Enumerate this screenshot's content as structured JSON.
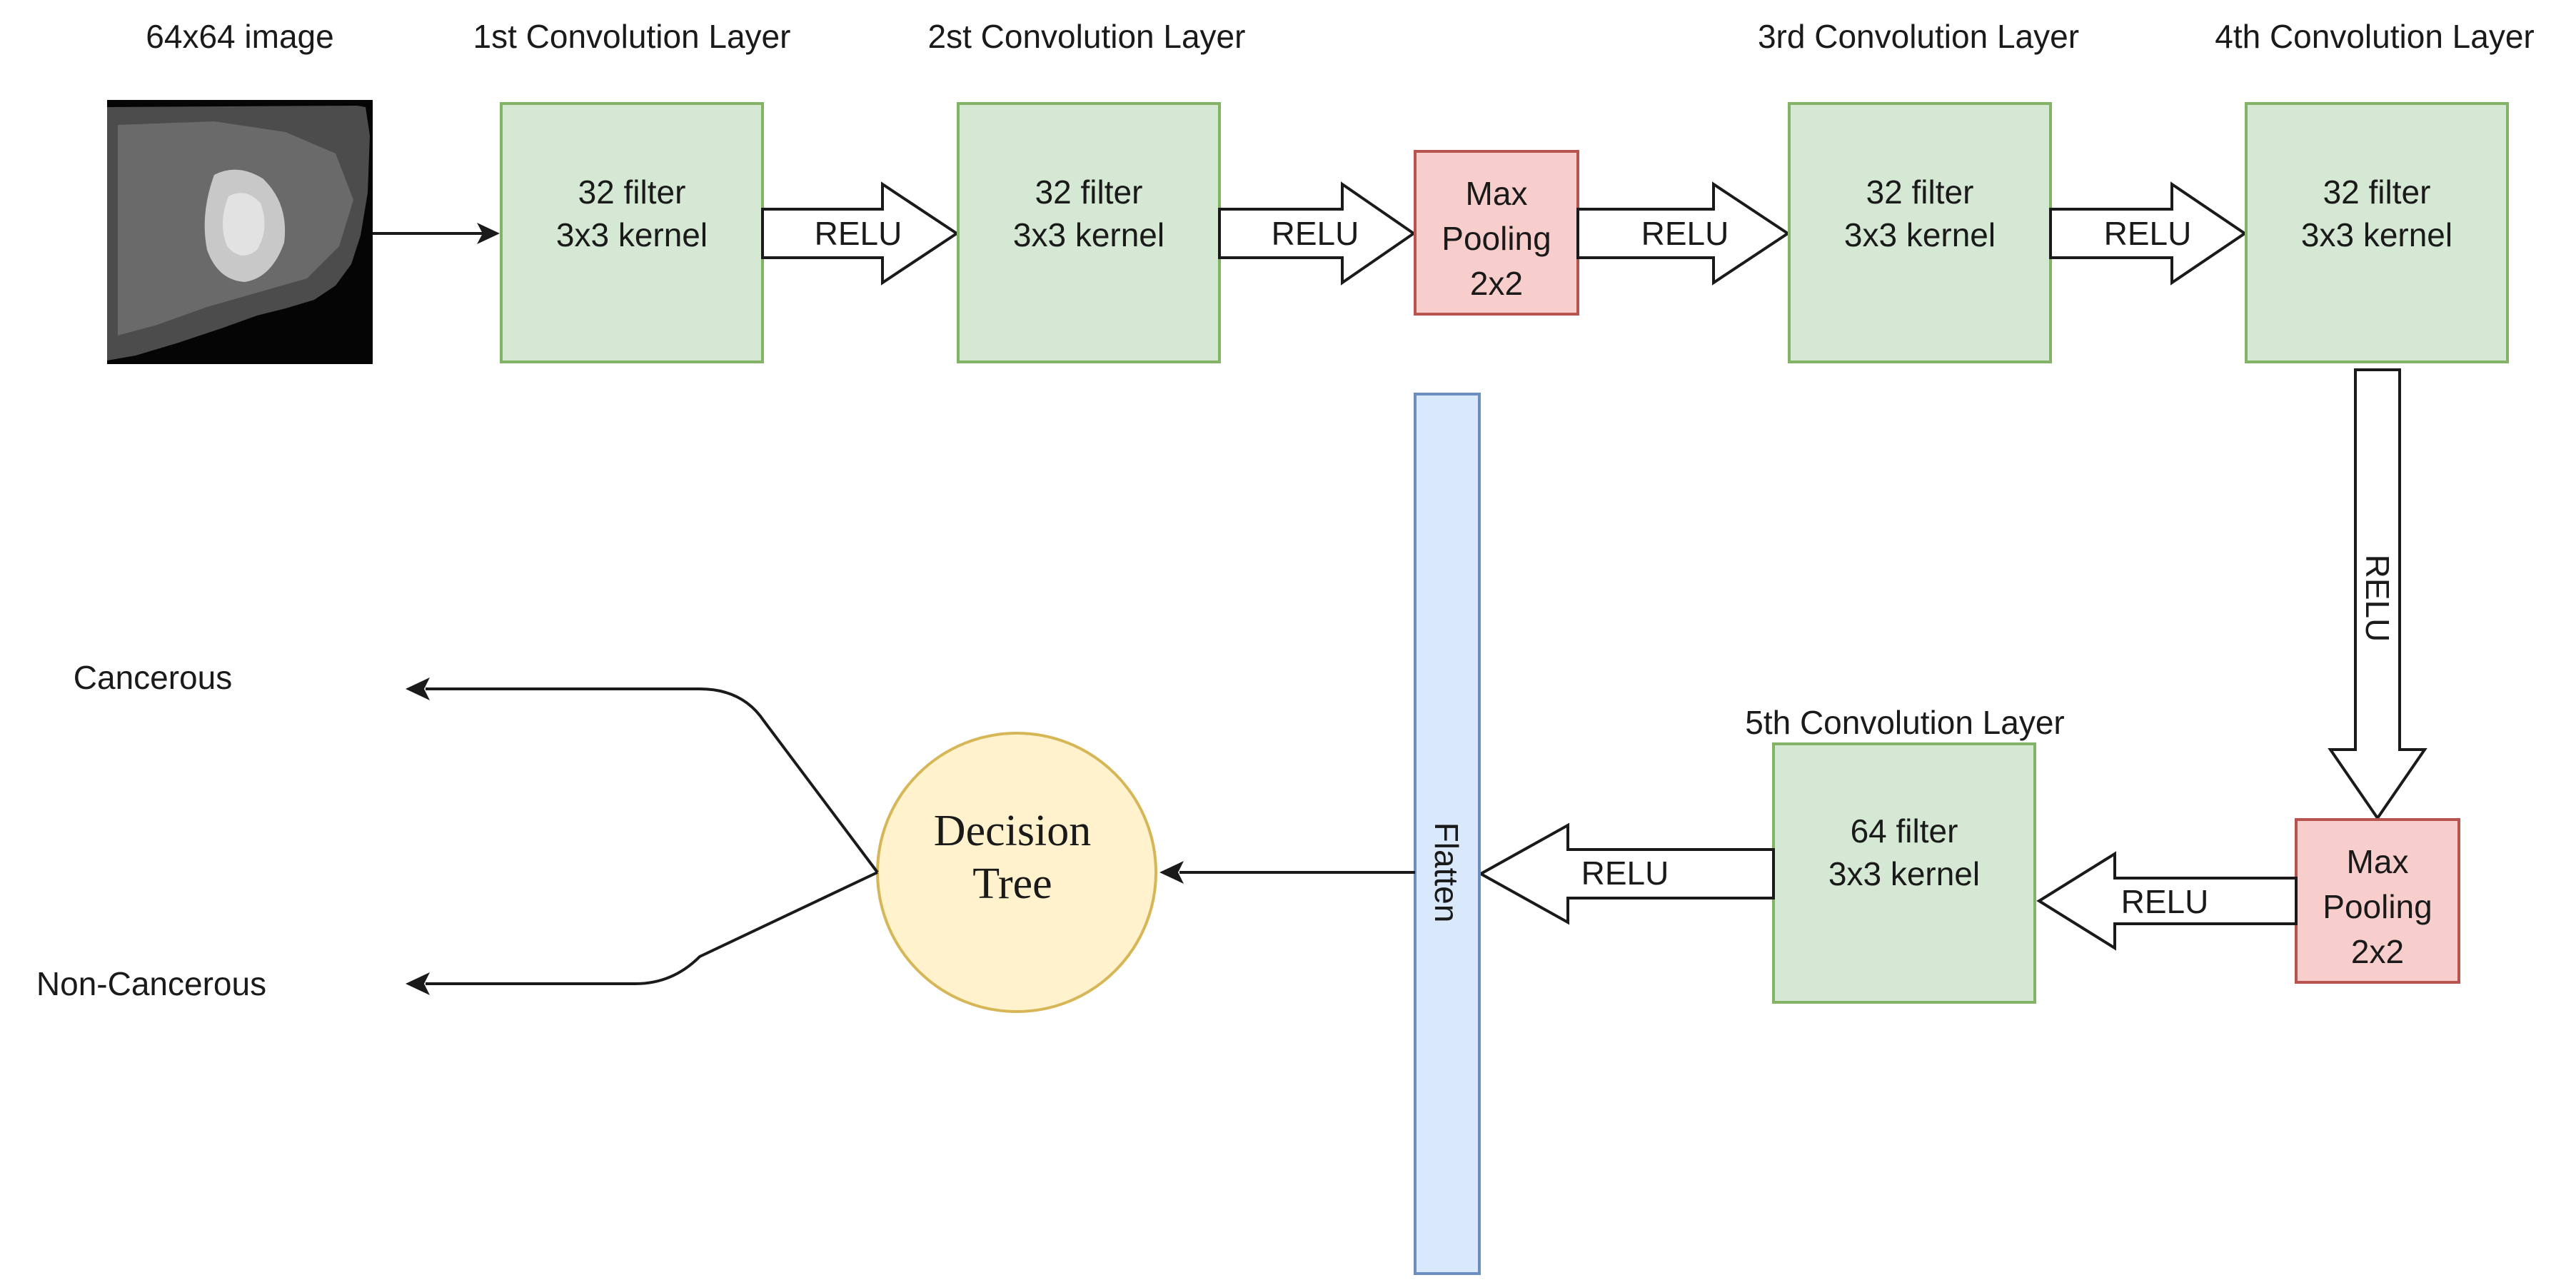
{
  "input": {
    "label": "64x64 image"
  },
  "layers": {
    "conv1": {
      "title": "1st Convolution Layer",
      "line1": "32 filter",
      "line2": "3x3 kernel"
    },
    "conv2": {
      "title": "2st Convolution Layer",
      "line1": "32 filter",
      "line2": "3x3 kernel"
    },
    "conv3": {
      "title": "3rd Convolution Layer",
      "line1": "32 filter",
      "line2": "3x3 kernel"
    },
    "conv4": {
      "title": "4th Convolution Layer",
      "line1": "32 filter",
      "line2": "3x3 kernel"
    },
    "conv5": {
      "title": "5th Convolution Layer",
      "line1": "64 filter",
      "line2": "3x3 kernel"
    }
  },
  "pooling": {
    "pool1": {
      "line1": "Max",
      "line2": "Pooling",
      "line3": "2x2"
    },
    "pool2": {
      "line1": "Max",
      "line2": "Pooling",
      "line3": "2x2"
    }
  },
  "activation": {
    "relu": "RELU"
  },
  "flatten": {
    "label": "Flatten"
  },
  "classifier": {
    "line1": "Decision",
    "line2": "Tree"
  },
  "outputs": {
    "positive": "Cancerous",
    "negative": "Non-Cancerous"
  },
  "colors": {
    "conv_fill": "#d5e8d4",
    "conv_stroke": "#82b366",
    "pool_fill": "#f8cecc",
    "pool_stroke": "#b85450",
    "flatten_fill": "#dae8fc",
    "flatten_stroke": "#6c8ebf",
    "tree_fill": "#fff2cc",
    "tree_stroke": "#d6b656"
  }
}
